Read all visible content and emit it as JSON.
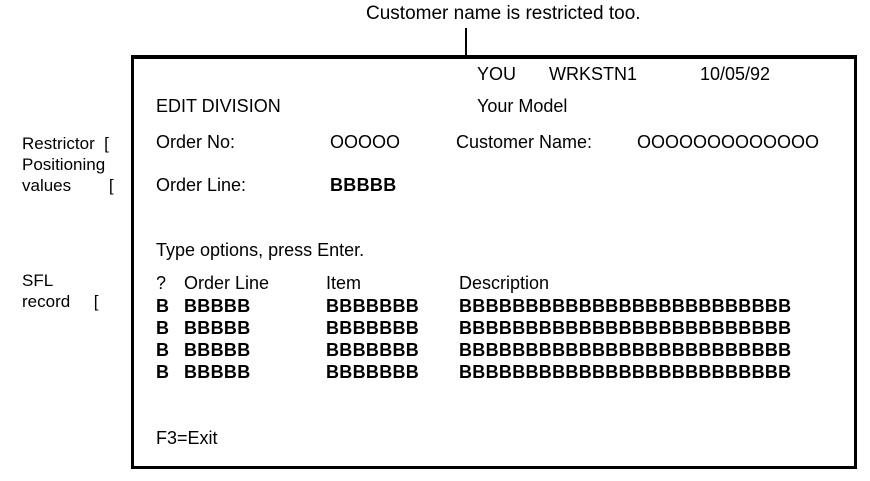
{
  "annotation": {
    "caption": "Customer name is restricted too.",
    "arrow": "down-arrow"
  },
  "margin_notes": {
    "restrictor": "Restrictor  [\nPositioning\nvalues        [",
    "sfl": "SFL\nrecord     ["
  },
  "screen": {
    "header": {
      "user": "YOU",
      "workstation": "WRKSTN1",
      "date": "10/05/92"
    },
    "title": "EDIT DIVISION",
    "model": "Your Model",
    "fields": [
      {
        "label": "Order No:",
        "value": "OOOOO",
        "bold": false
      },
      {
        "label": "Customer Name:",
        "value": "OOOOOOOOOOOOO",
        "bold": false
      },
      {
        "label": "Order Line:",
        "value": "BBBBB",
        "bold": true
      }
    ],
    "order_no_label": "Order No:",
    "order_no_value": "OOOOO",
    "customer_name_label": "Customer Name:",
    "customer_name_value": "OOOOOOOOOOOOO",
    "order_line_label": "Order Line:",
    "order_line_value": "BBBBB",
    "instruction": "Type options, press Enter.",
    "subfile": {
      "columns": [
        "?",
        "Order Line",
        "Item",
        "Description"
      ],
      "rows": [
        {
          "option": "B",
          "order_line": "BBBBB",
          "item": "BBBBBBB",
          "description": "BBBBBBBBBBBBBBBBBBBBBBBBB"
        },
        {
          "option": "B",
          "order_line": "BBBBB",
          "item": "BBBBBBB",
          "description": "BBBBBBBBBBBBBBBBBBBBBBBBB"
        },
        {
          "option": "B",
          "order_line": "BBBBB",
          "item": "BBBBBBB",
          "description": "BBBBBBBBBBBBBBBBBBBBBBBBB"
        },
        {
          "option": "B",
          "order_line": "BBBBB",
          "item": "BBBBBBB",
          "description": "BBBBBBBBBBBBBBBBBBBBBBBBB"
        }
      ]
    },
    "function_keys": "F3=Exit"
  },
  "colors": {
    "foreground": "#000000",
    "background": "#ffffff"
  }
}
